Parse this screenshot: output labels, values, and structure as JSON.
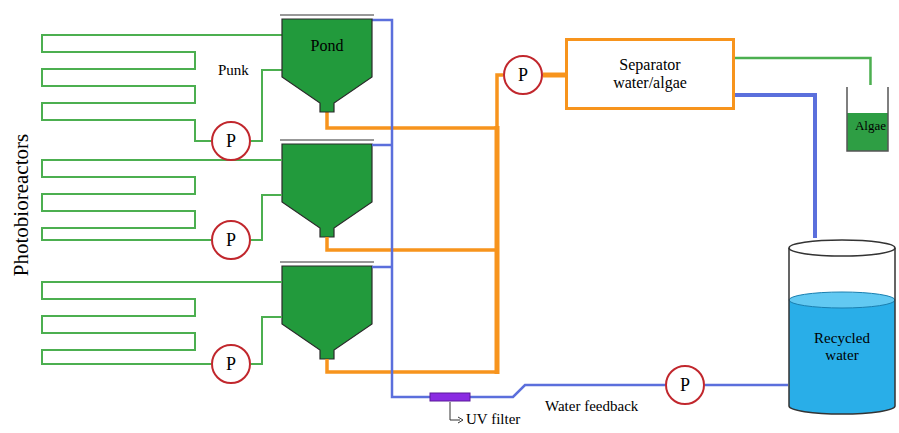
{
  "diagram": {
    "nodes": [
      {
        "text": [
          "Pond"
        ]
      },
      {
        "text": [
          "P"
        ]
      },
      {
        "text": [
          "P"
        ]
      },
      {
        "text": [
          "P"
        ]
      },
      {
        "text": [
          "P"
        ]
      },
      {
        "text": [
          "Separator water/algae"
        ]
      },
      {
        "text": [
          "Algae"
        ]
      },
      {
        "text": [
          "Recycled water"
        ]
      },
      {
        "text": [
          "P"
        ]
      }
    ],
    "edges": [
      {
        "from": 0,
        "to": 1,
        "arrow": "none"
      },
      {
        "from": 1,
        "to": 0,
        "arrow": "none"
      },
      {
        "from": 0,
        "to": 4,
        "arrow": "none"
      },
      {
        "from": 4,
        "to": 5,
        "arrow": "none"
      },
      {
        "from": 5,
        "to": 6,
        "arrow": "none"
      },
      {
        "from": 5,
        "to": 7,
        "arrow": "none"
      },
      {
        "from": 7,
        "to": 8,
        "arrow": "none"
      },
      {
        "from": 8,
        "to": 0,
        "arrow": "none"
      }
    ],
    "labels": [
      "Photobioreactors",
      "Punk",
      "Water feedback",
      "UV filter"
    ]
  }
}
